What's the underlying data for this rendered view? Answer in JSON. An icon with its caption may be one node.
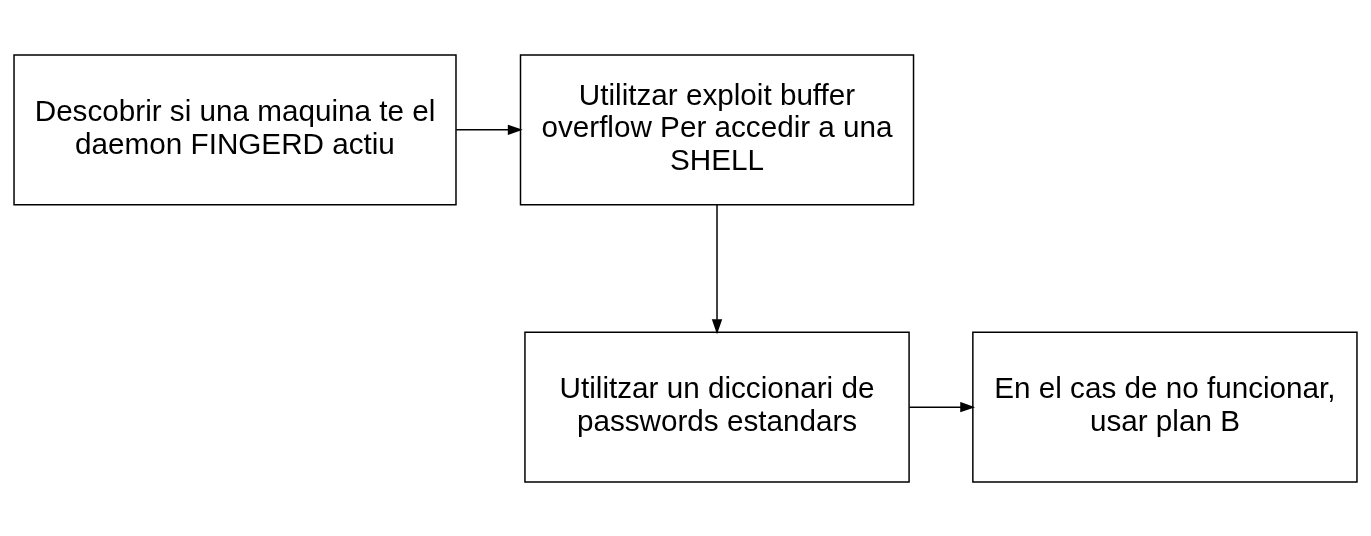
{
  "diagram": {
    "nodes": [
      {
        "text": [
          "Descobrir si una maquina te el daemon FINGERD actiu"
        ]
      },
      {
        "text": [
          "Utilitzar exploit buffer overflow Per accedir a una SHELL"
        ]
      },
      {
        "text": [
          "Utilitzar un diccionari de passwords estandars"
        ]
      },
      {
        "text": [
          "En el cas de no funcionar, usar plan B"
        ]
      }
    ],
    "edges": [
      {
        "from": 0,
        "to": 1,
        "arrow": "to"
      },
      {
        "from": 1,
        "to": 2,
        "arrow": "to"
      },
      {
        "from": 2,
        "to": 3,
        "arrow": "to"
      }
    ]
  }
}
